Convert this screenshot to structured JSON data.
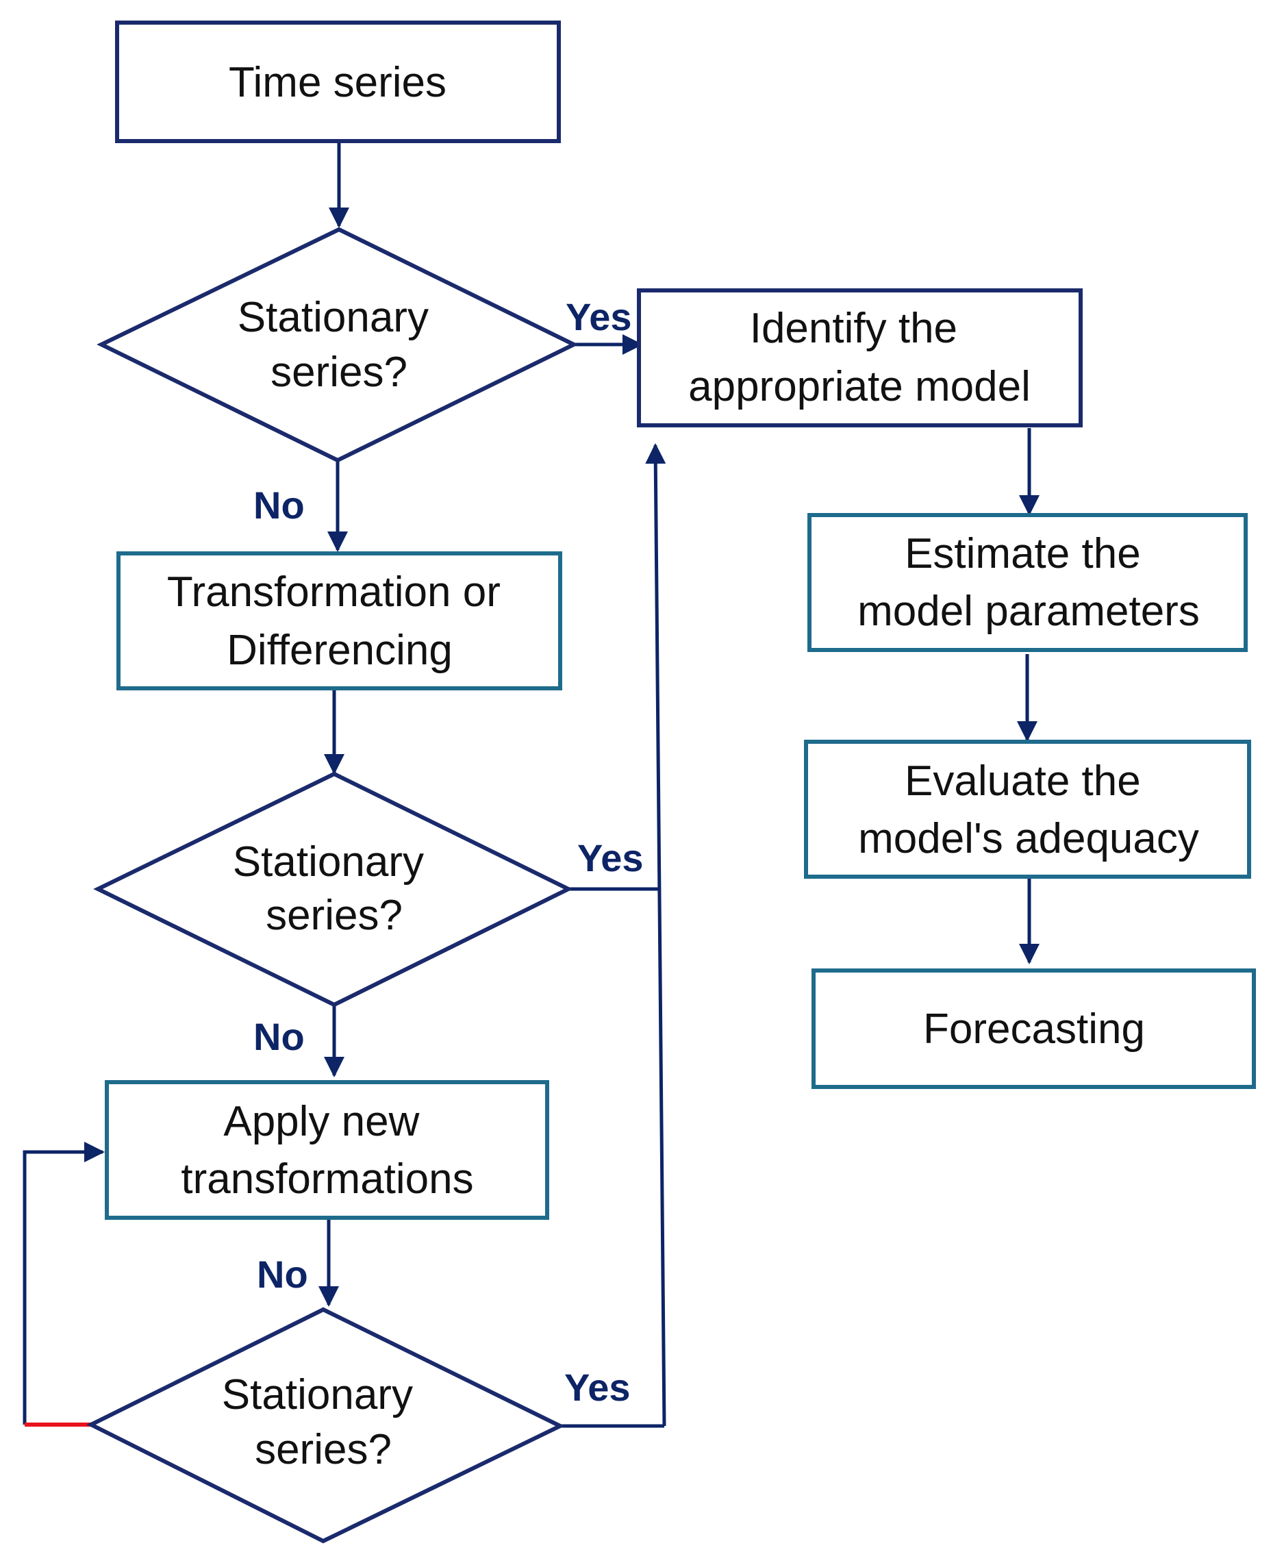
{
  "colors": {
    "primary_border": "#1a2a6c",
    "secondary_border": "#1e6b8c",
    "arrow": "#0d2466",
    "label": "#0d2466",
    "loop_accent": "#e8121e",
    "node_text": "#111111"
  },
  "nodes": {
    "time_series": {
      "lines": [
        "Time series"
      ]
    },
    "decision_1": {
      "lines": [
        "Stationary",
        "series?"
      ]
    },
    "transform": {
      "lines": [
        "Transformation or",
        "Differencing"
      ]
    },
    "decision_2": {
      "lines": [
        "Stationary",
        "series?"
      ]
    },
    "apply_new": {
      "lines": [
        "Apply new",
        "transformations"
      ]
    },
    "decision_3": {
      "lines": [
        "Stationary",
        "series?"
      ]
    },
    "identify": {
      "lines": [
        "Identify the",
        "appropriate model"
      ]
    },
    "estimate": {
      "lines": [
        "Estimate the",
        "model parameters"
      ]
    },
    "evaluate": {
      "lines": [
        "Evaluate the",
        "model's adequacy"
      ]
    },
    "forecast": {
      "lines": [
        "Forecasting"
      ]
    }
  },
  "edge_labels": {
    "yes_1": "Yes",
    "no_1": "No",
    "yes_2": "Yes",
    "no_2": "No",
    "no_3": "No",
    "yes_3": "Yes"
  }
}
